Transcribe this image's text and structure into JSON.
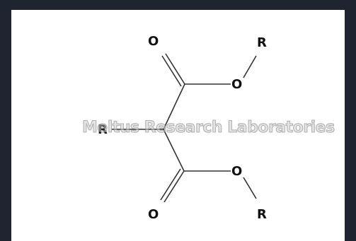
{
  "atoms": {
    "o_top_left": "O",
    "r_top_right": "R",
    "o_ester_top": "O",
    "r_side": "R",
    "o_ester_bottom": "O",
    "o_bottom_left": "O",
    "r_bottom_right": "R"
  },
  "watermark": "Meltus Research Laboratories",
  "colors": {
    "background_frame": "#1f2530",
    "panel": "#ffffff",
    "ink": "#111111"
  }
}
